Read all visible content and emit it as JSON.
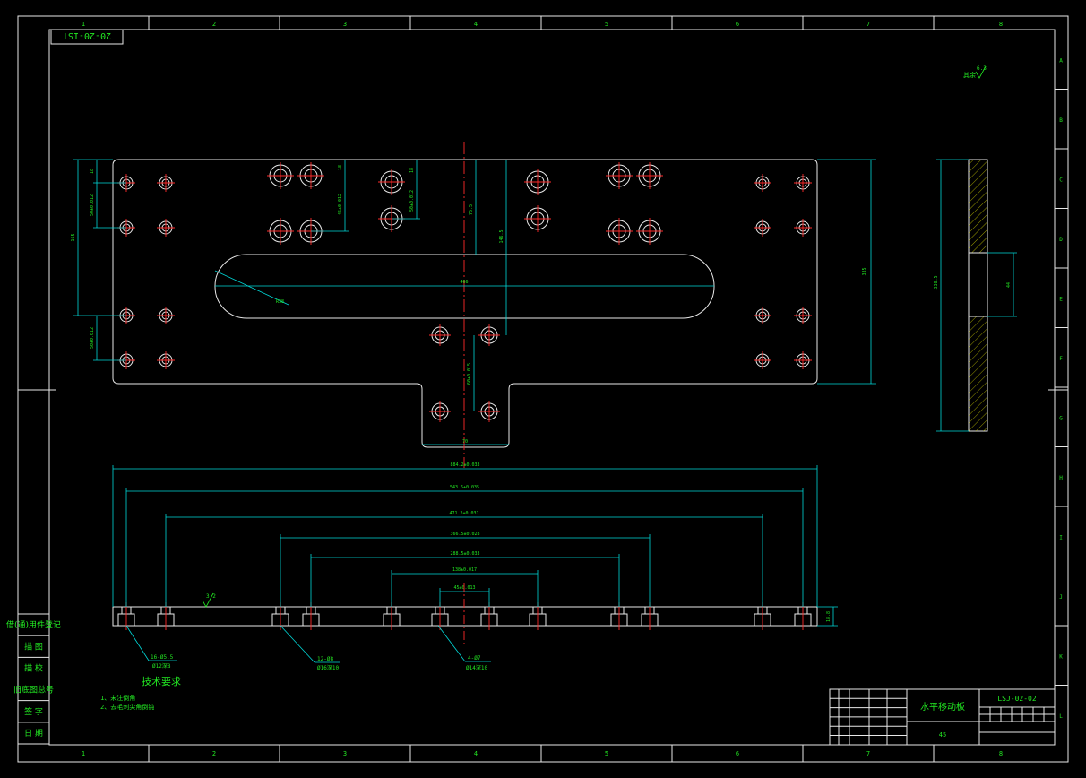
{
  "drawing": {
    "stamp": "20-20-IST",
    "roughness_symbol": "6.3",
    "section_roughness": "3.2",
    "section_thickness": "18.8",
    "notes_title": "技术要求",
    "notes": [
      "1、未注倒角",
      "2、去毛刺尖角倒钝"
    ],
    "callouts": [
      {
        "qty": "16-Ø5.5",
        "sub": "Ø12深8"
      },
      {
        "qty": "12-Ø8",
        "sub": "Ø16深10"
      },
      {
        "qty": "4-Ø7",
        "sub": "Ø14深10"
      }
    ],
    "dims_top": [
      "884.2±0.033",
      "543.6±0.035",
      "471.2±0.031",
      "366.5±0.028",
      "288.5±0.033",
      "138±0.017",
      "45±0.013"
    ],
    "dims_plan": {
      "slot_length": "466",
      "slot_radius": "R38",
      "height_total": "335",
      "center_depth": "75.5",
      "center_depth2": "146.5",
      "tab_width": "70",
      "side_height": "165",
      "pitch_left": "50±0.012",
      "tab_pitch": "60±0.015",
      "small_a": "18",
      "small_b": "50±0.012",
      "small_c": "18",
      "small_d": "46±0.012"
    },
    "side_view": {
      "height": "330.5",
      "slot": "44"
    },
    "title_block": {
      "part_name": "水平移动板",
      "part_number": "LSJ-02-02",
      "material": "45"
    },
    "left_strip": [
      "借(通)用件登记",
      "描 图",
      "描 校",
      "旧底图总号",
      "签 字",
      "日 期"
    ],
    "grid_cols": [
      "1",
      "2",
      "3",
      "4",
      "5",
      "6",
      "7",
      "8"
    ],
    "grid_rows": [
      "A",
      "B",
      "C",
      "D",
      "E",
      "F",
      "G",
      "H",
      "I",
      "J",
      "K",
      "L"
    ],
    "colors": {
      "outline": "#e8e8e8",
      "dimension": "#00d8d8",
      "centerline": "#ff2a2a",
      "annotation": "#22e622",
      "hatch": "#d8d800"
    }
  }
}
